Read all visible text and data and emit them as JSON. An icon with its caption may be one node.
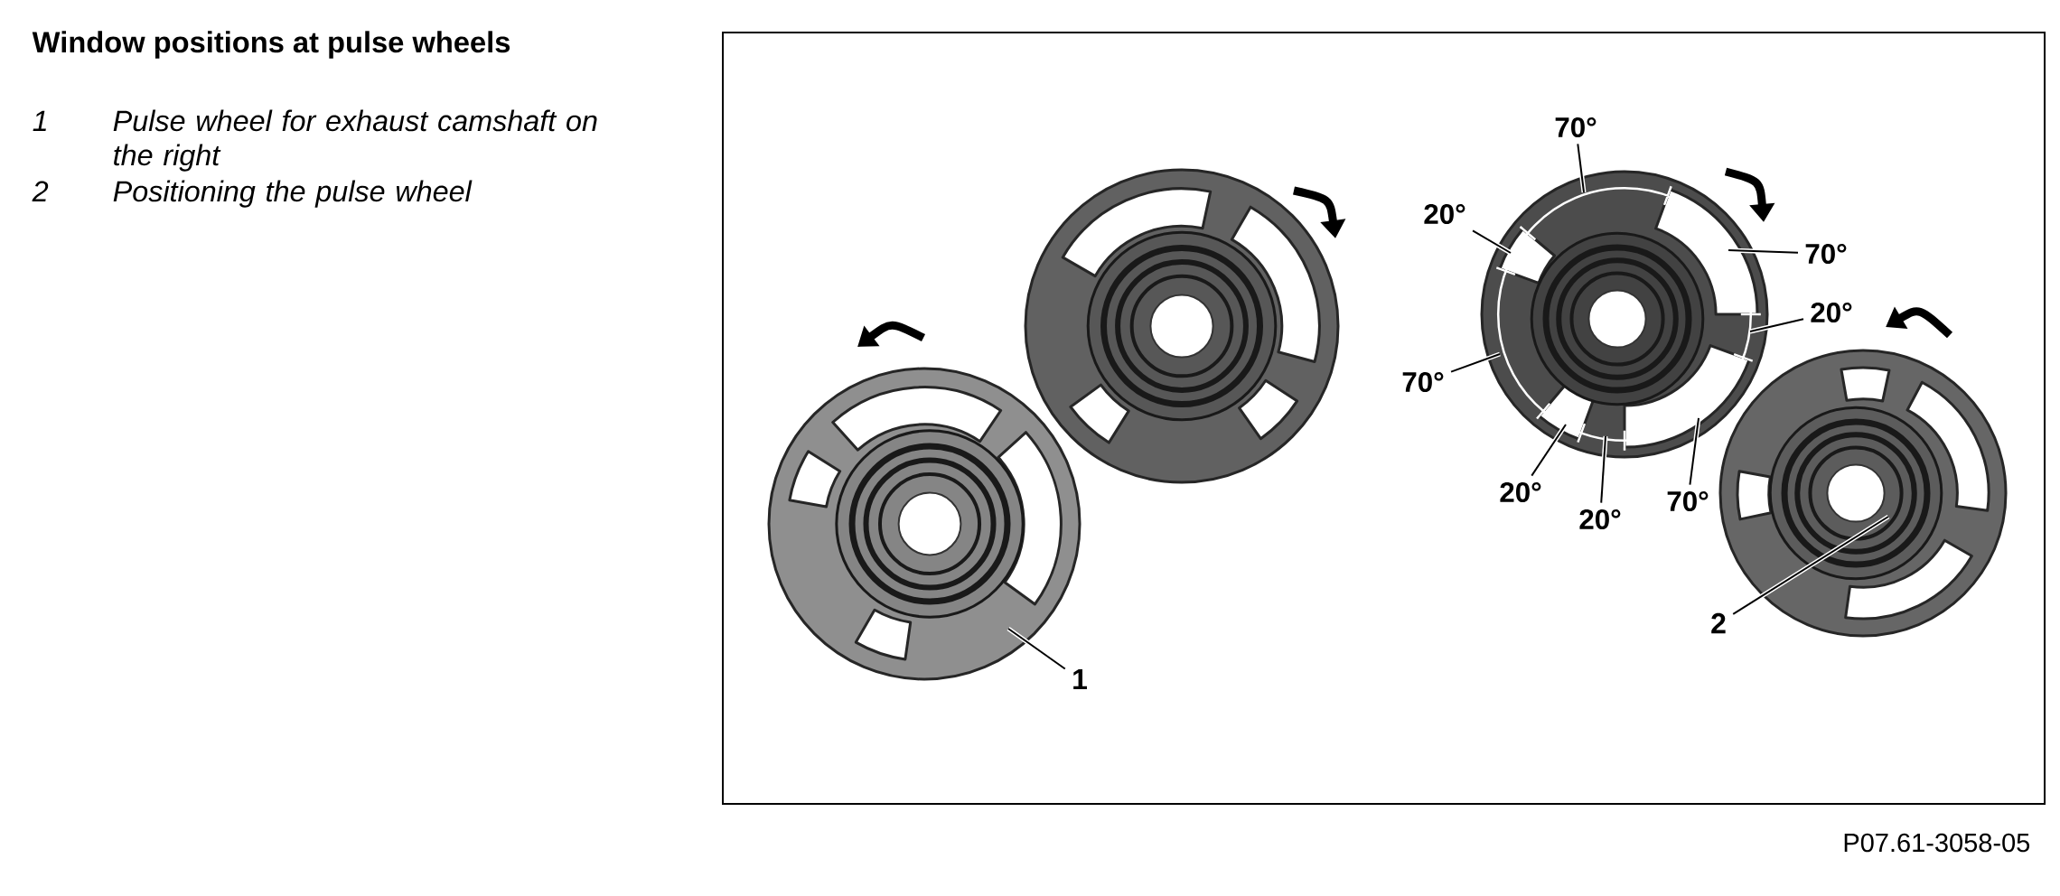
{
  "diagram": {
    "title": "Window positions at pulse wheels",
    "nodes": [
      {
        "text": [
          "70°"
        ]
      },
      {
        "text": [],
        "shape": "picture"
      },
      {
        "text": [
          "20°"
        ]
      },
      {
        "text": [
          "70°"
        ]
      },
      {
        "text": [
          "20°"
        ]
      },
      {
        "text": [],
        "shape": "picture"
      },
      {
        "text": [],
        "shape": "picture"
      },
      {
        "text": [
          "70°"
        ]
      },
      {
        "text": [
          "20°"
        ]
      },
      {
        "text": [
          "70°"
        ]
      },
      {
        "text": [
          "20°"
        ]
      },
      {
        "text": [
          "2"
        ]
      },
      {
        "text": [
          "1"
        ]
      }
    ],
    "edges": [
      {
        "from": 0,
        "to": 1,
        "arrow": "none"
      },
      {
        "from": 2,
        "to": 1,
        "arrow": "none"
      },
      {
        "from": 3,
        "to": 1,
        "arrow": "none"
      },
      {
        "from": 4,
        "to": 1,
        "arrow": "none"
      },
      {
        "from": 7,
        "to": 1,
        "arrow": "none"
      },
      {
        "from": 8,
        "to": 1,
        "arrow": "none"
      },
      {
        "from": 9,
        "to": 1,
        "arrow": "none"
      },
      {
        "from": 10,
        "to": 1,
        "arrow": "none"
      },
      {
        "from": 11,
        "to": 5,
        "arrow": "none"
      },
      {
        "from": 12,
        "to": 6,
        "arrow": "none"
      }
    ],
    "labels": [
      "1",
      "Pulse wheel for exhaust camshaft on the right",
      "2",
      "Positioning the pulse wheel",
      "P07.61-3058-05"
    ]
  }
}
